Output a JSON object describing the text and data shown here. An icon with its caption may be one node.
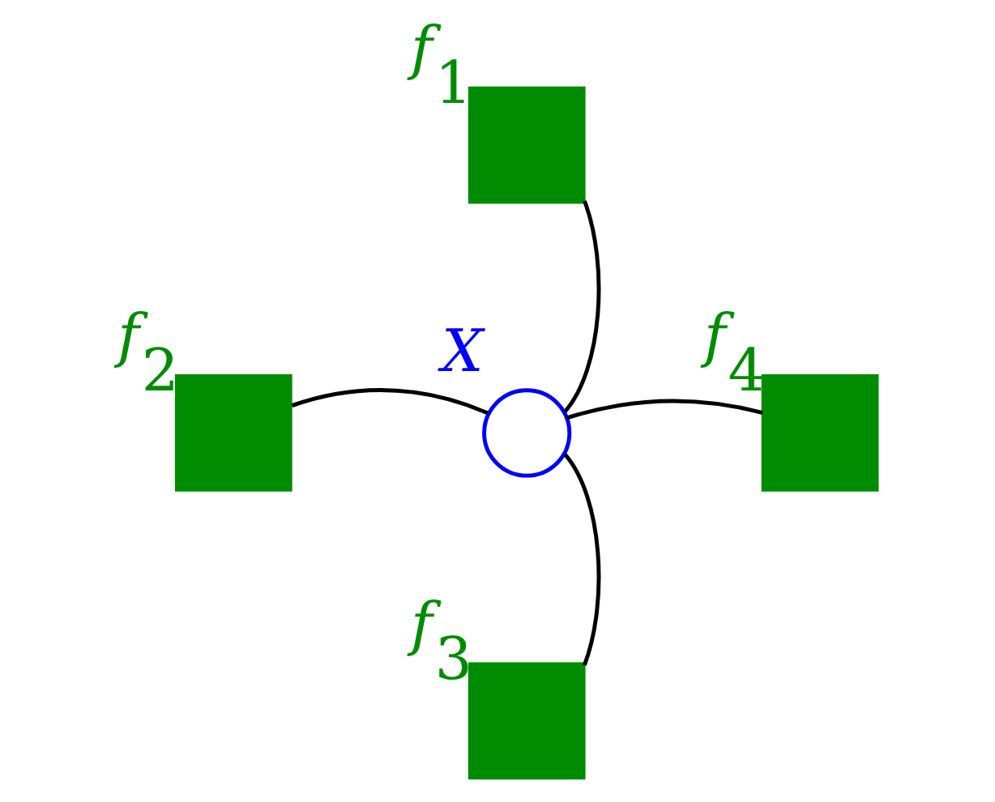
{
  "diagram": {
    "nodes": [
      {
        "text": [],
        "shape": "box",
        "beside": [
          "*f*$_{1}$"
        ]
      },
      {
        "text": [],
        "shape": "box",
        "beside": [
          "*f*$_{2}$"
        ]
      },
      {
        "text": [],
        "shape": "circle",
        "beside": [
          "*X*"
        ]
      },
      {
        "text": [],
        "shape": "box",
        "beside": [
          "*f*$_{4}$"
        ]
      },
      {
        "text": [],
        "shape": "box",
        "beside": [
          "*f*$_{3}$"
        ]
      }
    ],
    "edges": [
      {
        "from": 0,
        "to": 2,
        "arrow": "none"
      },
      {
        "from": 1,
        "to": 2,
        "arrow": "none"
      },
      {
        "from": 3,
        "to": 2,
        "arrow": "none"
      },
      {
        "from": 4,
        "to": 2,
        "arrow": "none"
      }
    ]
  }
}
